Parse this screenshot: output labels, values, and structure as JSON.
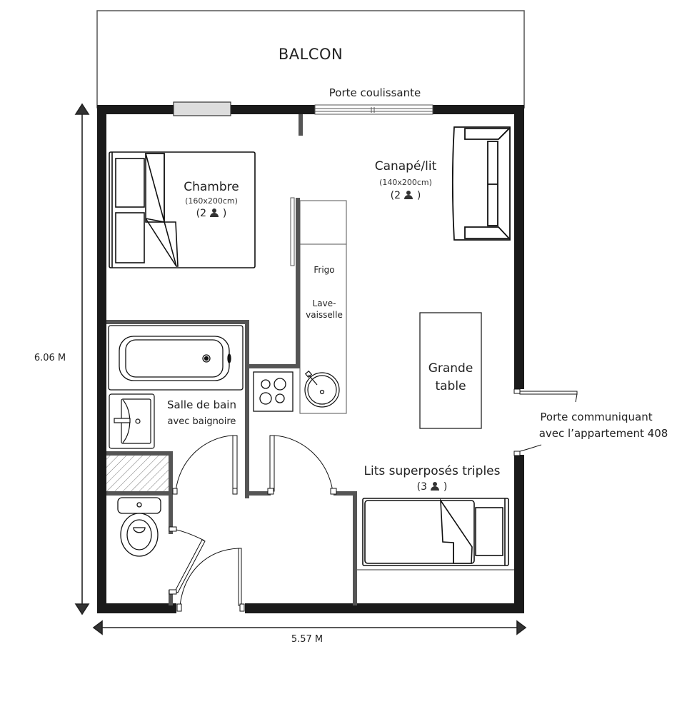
{
  "plan": {
    "balcony": {
      "label": "BALCON"
    },
    "sliding_door": {
      "label": "Porte coulissante"
    },
    "bedroom": {
      "title": "Chambre",
      "bed_size": "(160x200cm)",
      "occupancy_count": "2",
      "occupancy_prefix": "(",
      "occupancy_suffix": ")"
    },
    "sofa_bed": {
      "title": "Canapé/lit",
      "bed_size": "(140x200cm)",
      "occupancy_count": "2",
      "occupancy_prefix": "(",
      "occupancy_suffix": ")"
    },
    "kitchen": {
      "fridge": "Frigo",
      "dishwasher_line1": "Lave-",
      "dishwasher_line2": "vaisselle"
    },
    "table": {
      "line1": "Grande",
      "line2": "table"
    },
    "bathroom": {
      "title": "Salle de bain",
      "subtitle": "avec baignoire"
    },
    "connecting_door": {
      "line1": "Porte communiquant",
      "line2": "avec l’appartement 408"
    },
    "bunk_beds": {
      "title": "Lits superposés triples",
      "occupancy_count": "3",
      "occupancy_prefix": "(",
      "occupancy_suffix": ")"
    },
    "dimensions": {
      "height": "6.06 M",
      "width": "5.57 M"
    }
  },
  "icons": {
    "occupant": "person-icon"
  },
  "colors": {
    "wall": "#1a1a1a",
    "partition": "#555555",
    "line": "#222222",
    "window": "#dddddd"
  }
}
